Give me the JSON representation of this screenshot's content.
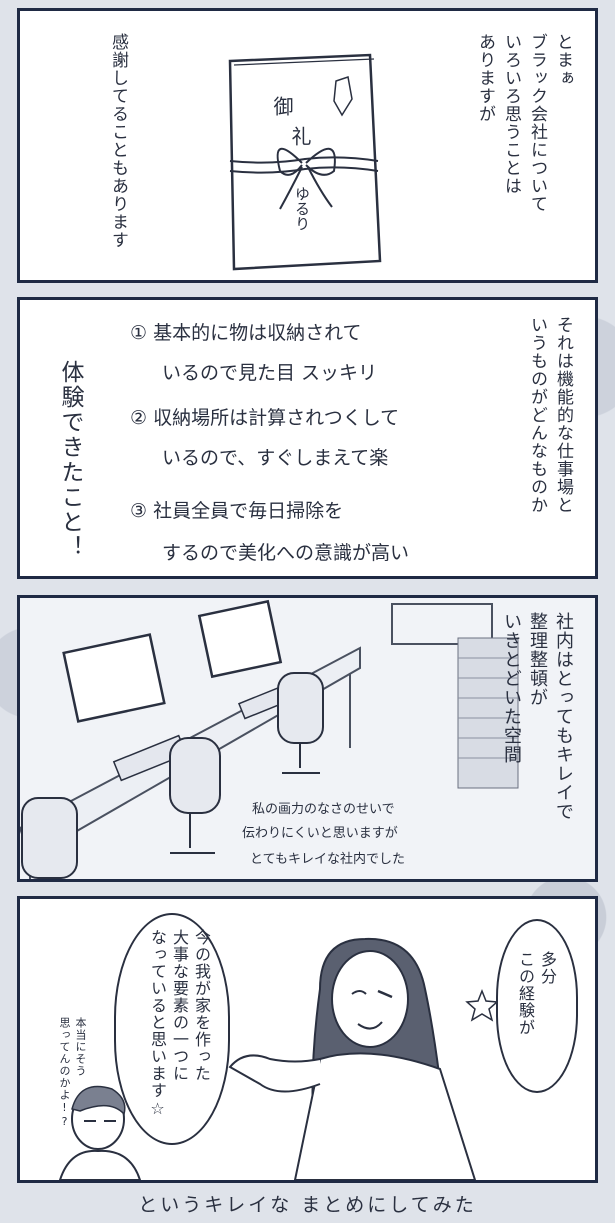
{
  "panel1": {
    "narration": [
      "とまぁ",
      "ブラック会社について",
      "いろいろ思うことは",
      "ありますが"
    ],
    "narration2": [
      "感謝してることもあります"
    ],
    "envelope": {
      "line1": "御",
      "line2": "礼",
      "name": "ゆるり"
    }
  },
  "panel2": {
    "narration": [
      "それは機能的な仕事場と",
      "いうものがどんなものか"
    ],
    "list": [
      {
        "num": "①",
        "line1": "基本的に物は収納されて",
        "line2": "いるので見た目 スッキリ"
      },
      {
        "num": "②",
        "line1": "収納場所は計算されつくして",
        "line2": "いるので、すぐしまえて楽"
      },
      {
        "num": "③",
        "line1": "社員全員で毎日掃除を",
        "line2": "するので美化への意識が高い"
      }
    ],
    "heading": "体験できたこと！"
  },
  "panel3": {
    "narration": [
      "社内はとってもキレイで",
      "整理整頓が",
      "いきとどいた空間"
    ],
    "note": [
      "私の画力のなさのせいで",
      "伝わりにくいと思いますが",
      "とてもキレイな社内でした"
    ]
  },
  "panel4": {
    "bubble_left": [
      "今の我が家を作った",
      "大事な要素の一つに",
      "なっていると思います☆"
    ],
    "bubble_right": [
      "多分",
      "この経験が"
    ],
    "side_comment": [
      "本当にそう",
      "思ってんのかよ!?"
    ]
  },
  "caption": "というキレイな まとめにしてみた",
  "colors": {
    "frame": "#1f2a44",
    "ink": "#2a3040",
    "background": "#dfe3ea"
  }
}
